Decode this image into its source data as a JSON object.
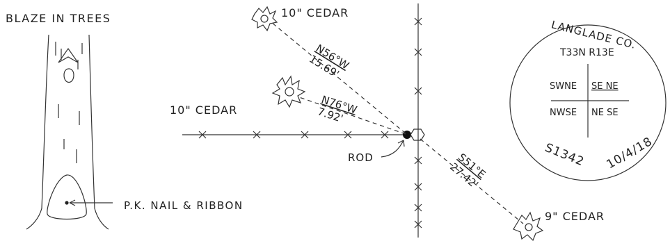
{
  "blaze": {
    "title": "BLAZE IN TREES",
    "pk_label": "P.K. NAIL & RIBBON"
  },
  "trees": {
    "top": "10\" CEDAR",
    "left": "10\" CEDAR",
    "bottom": "9\" CEDAR"
  },
  "bearings": {
    "top": {
      "direction": "N56°W",
      "distance": "15.69'"
    },
    "left": {
      "direction": "N76°W",
      "distance": "7.92'"
    },
    "bottom": {
      "direction": "S51°E",
      "distance": "27.42'"
    }
  },
  "rod_label": "ROD",
  "seal": {
    "county": "LANGLADE CO.",
    "township": "T33N R13E",
    "q_nw": "SWNE",
    "q_ne": "SE NE",
    "q_sw": "NWSE",
    "q_se": "NE SE",
    "number": "S1342",
    "date": "10/4/18"
  },
  "colors": {
    "ink": "#222222",
    "paper": "#ffffff"
  }
}
